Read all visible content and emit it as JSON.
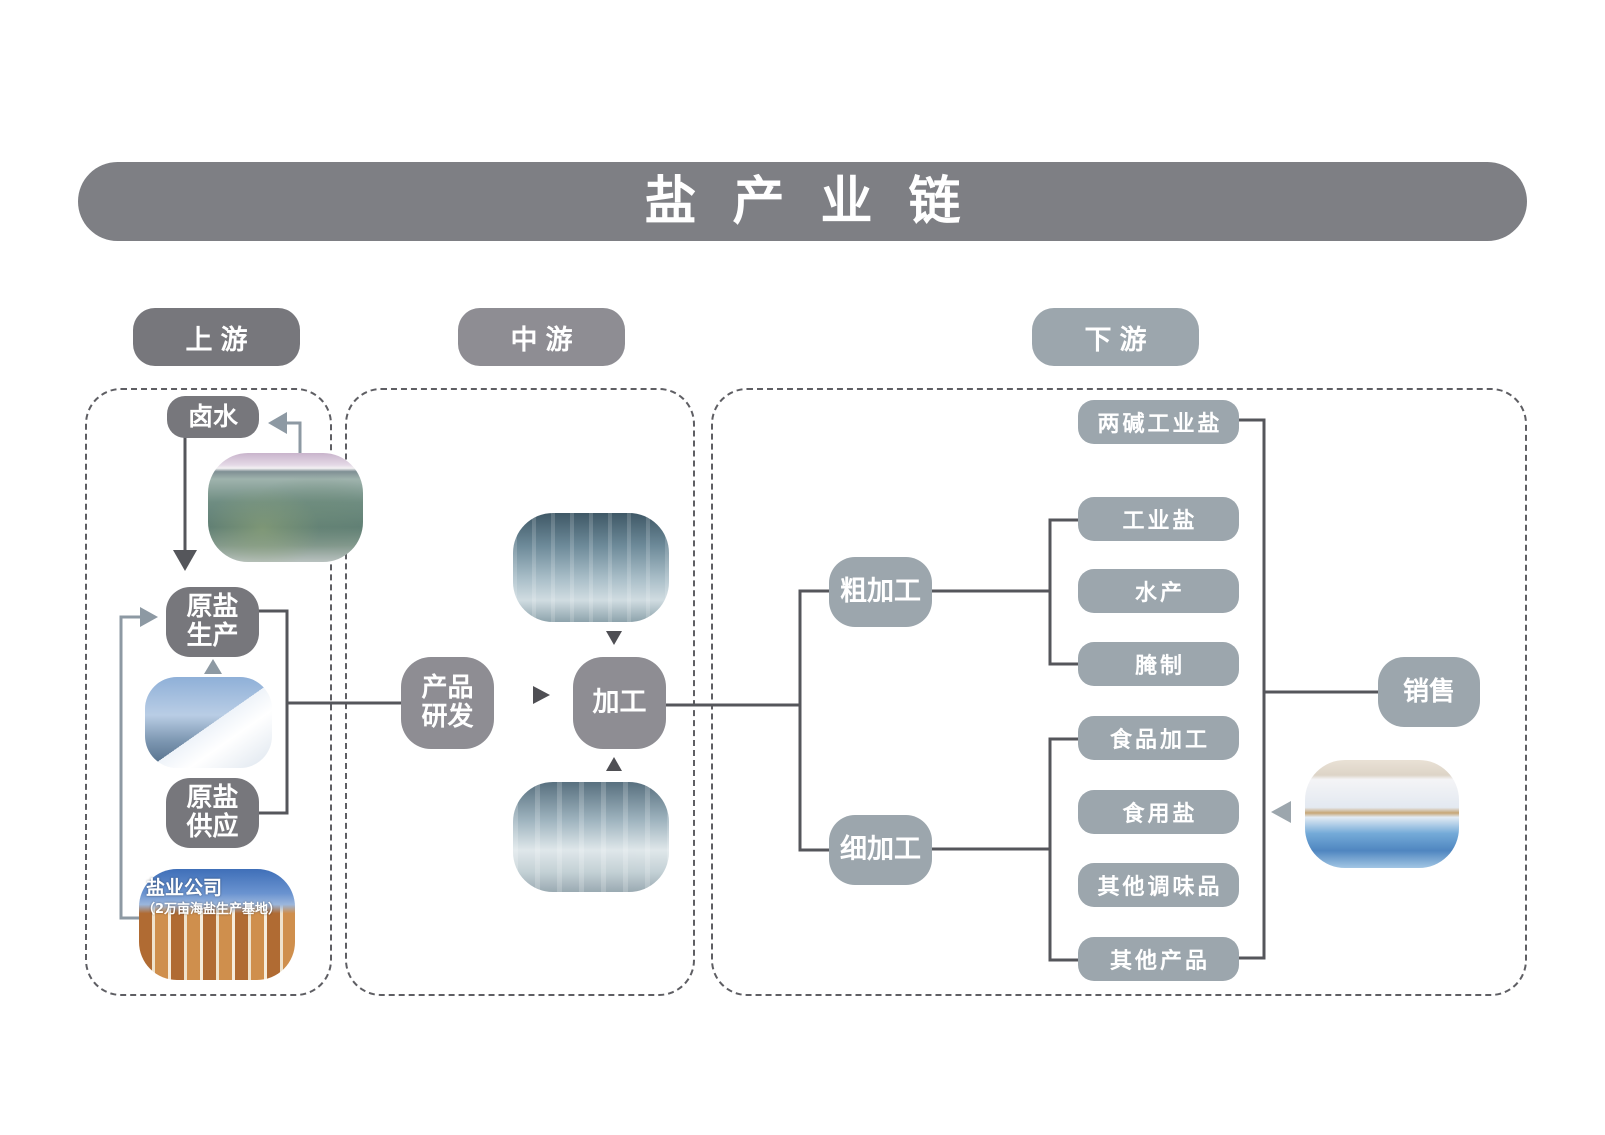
{
  "title": "盐产业链",
  "stages": {
    "upstream": "上游",
    "midstream": "中游",
    "downstream": "下游"
  },
  "upstream": {
    "brine": "卤水",
    "raw_salt_production": [
      "原盐",
      "生产"
    ],
    "raw_salt_supply": [
      "原盐",
      "供应"
    ],
    "salt_company": {
      "name": "盐业公司",
      "note": "（2万亩海盐生产基地）"
    }
  },
  "midstream": {
    "product_rd": [
      "产品",
      "研发"
    ],
    "processing": "加工"
  },
  "downstream": {
    "chlor_alkali_salt": "两碱工业盐",
    "coarse_processing": {
      "label": "粗加工",
      "products": [
        "工业盐",
        "水产",
        "腌制"
      ]
    },
    "fine_processing": {
      "label": "细加工",
      "products": [
        "食品加工",
        "食用盐",
        "其他调味品",
        "其他产品"
      ]
    },
    "sales": "销售"
  },
  "colors": {
    "title_bar": "#7e7f84",
    "upstream": "#77777c",
    "midstream": "#8e8d93",
    "downstream": "#9ca6ad",
    "connector": "#56575c",
    "feedback_arrow": "#8d99a3"
  }
}
